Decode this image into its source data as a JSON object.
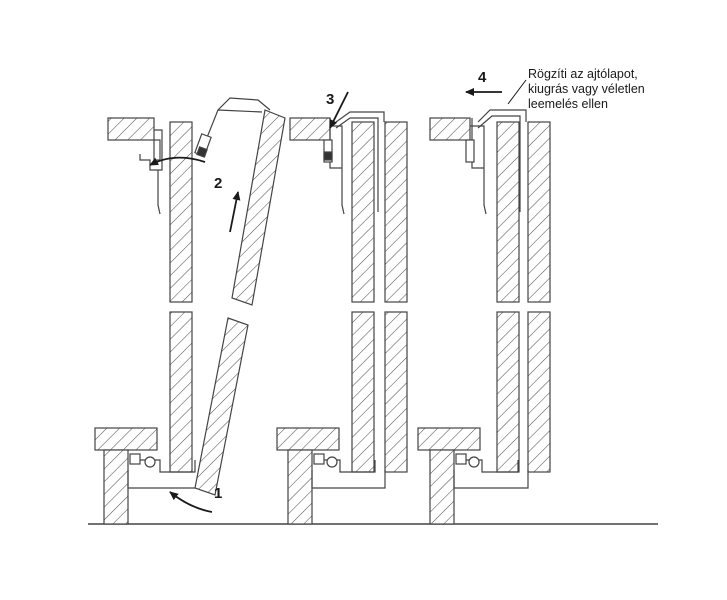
{
  "steps": {
    "step1": "1",
    "step2": "2",
    "step3": "3",
    "step4": "4"
  },
  "note": {
    "line1": "Rögzíti az ajtólapot,",
    "line2": "kiugrás vagy véletlen",
    "line3": "leemelés ellen"
  },
  "colors": {
    "line": "#444444",
    "hatch": "#555555",
    "arrow": "#1a1a1a",
    "rod_cap": "#333333",
    "background": "#ffffff"
  }
}
